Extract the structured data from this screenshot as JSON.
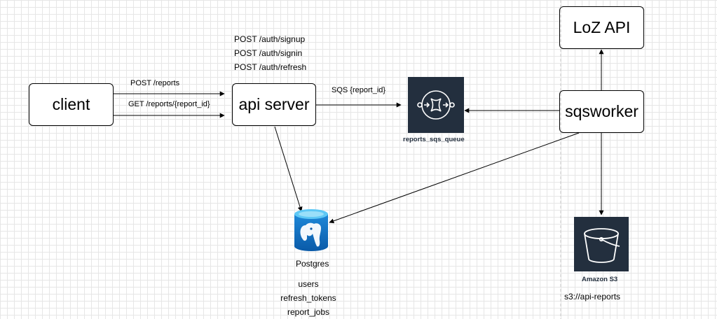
{
  "nodes": {
    "client": "client",
    "api_server": "api server",
    "sqsworker": "sqsworker",
    "loz_api": "LoZ API"
  },
  "auth_endpoints": [
    "POST /auth/signup",
    "POST /auth/signin",
    "POST /auth/refresh"
  ],
  "edges": {
    "post_reports": "POST /reports",
    "get_report": "GET /reports/{report_id}",
    "sqs_message": "SQS {report_id}"
  },
  "sqs_queue": {
    "caption": "reports_sqs_queue",
    "icon": "sqs-queue-icon",
    "color": "#232f3e"
  },
  "postgres": {
    "caption": "Postgres",
    "icon": "postgres-database-icon",
    "tables": [
      "users",
      "refresh_tokens",
      "report_jobs"
    ]
  },
  "s3": {
    "caption": "Amazon S3",
    "icon": "s3-bucket-icon",
    "path": "s3://api-reports",
    "color": "#232f3e"
  }
}
